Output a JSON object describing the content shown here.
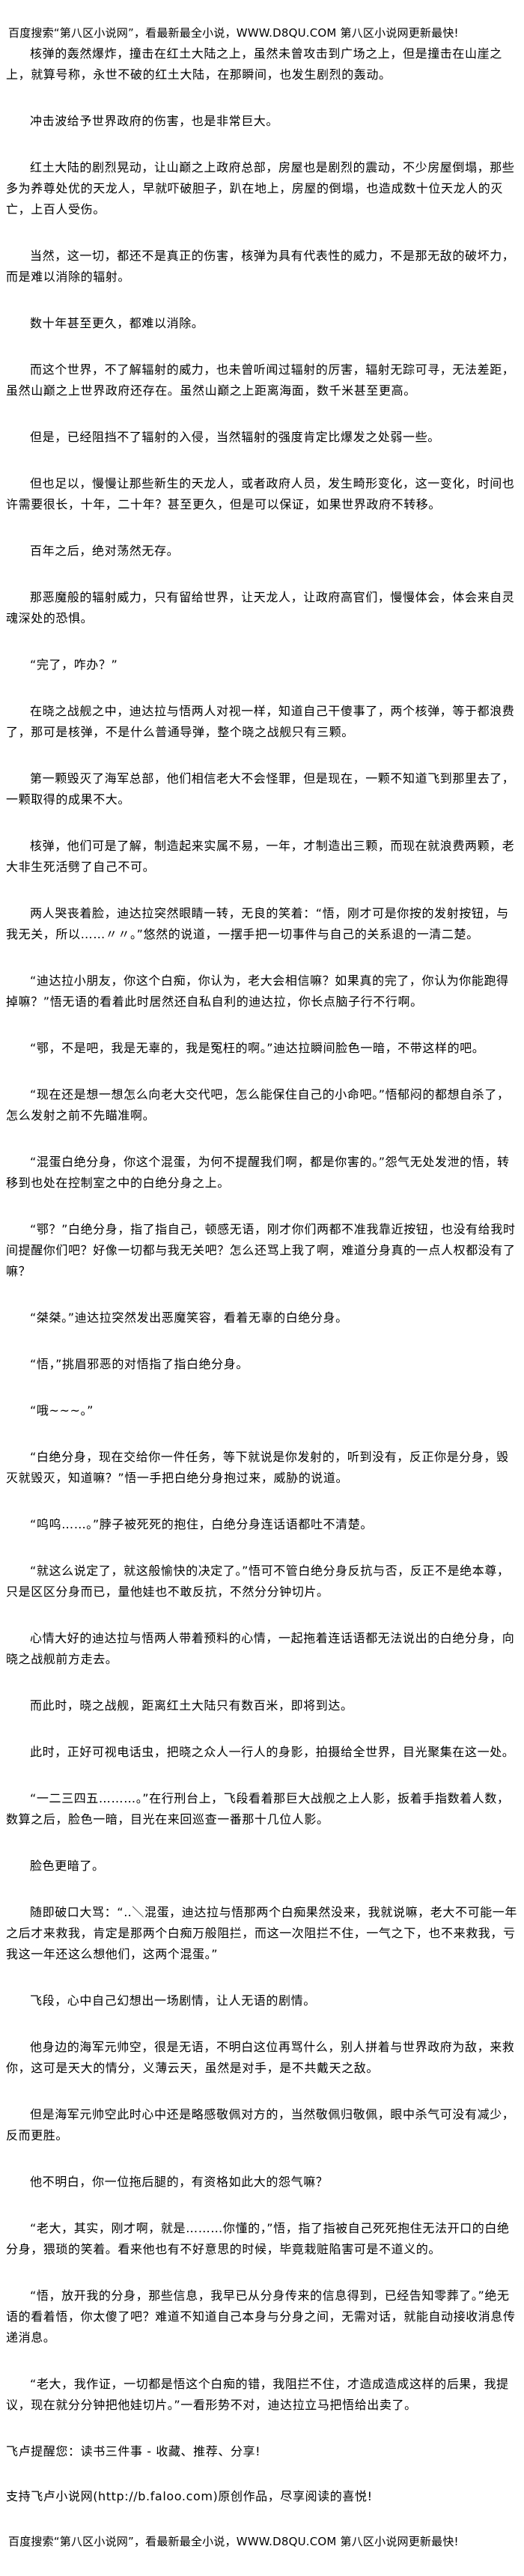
{
  "banner": "百度搜索“第八区小说网”，看最新最全小说，WWW.D8QU.COM  第八区小说网更新最快!",
  "paragraphs": [
    "核弹的轰然爆炸，撞击在红土大陆之上，虽然未曾攻击到广场之上，但是撞击在山崖之上，就算号称，永世不破的红土大陆，在那瞬间，也发生剧烈的轰动。",
    "冲击波给予世界政府的伤害，也是非常巨大。",
    "红土大陆的剧烈晃动，让山巅之上政府总部，房屋也是剧烈的震动，不少房屋倒塌，那些多为养尊处优的天龙人，早就吓破胆子，趴在地上，房屋的倒塌，也造成数十位天龙人的灭亡，上百人受伤。",
    "当然，这一切，都还不是真正的伤害，核弹为具有代表性的威力，不是那无敌的破坏力，而是难以消除的辐射。",
    "数十年甚至更久，都难以消除。",
    "而这个世界，不了解辐射的威力，也未曾听闻过辐射的厉害，辐射无踪可寻，无法差距，虽然山巅之上世界政府还存在。虽然山巅之上距离海面，数千米甚至更高。",
    "但是，已经阻挡不了辐射的入侵，当然辐射的强度肯定比爆发之处弱一些。",
    "但也足以，慢慢让那些新生的天龙人，或者政府人员，发生畸形变化，这一变化，时间也许需要很长，十年，二十年？甚至更久，但是可以保证，如果世界政府不转移。",
    "百年之后，绝对荡然无存。",
    "那恶魔般的辐射威力，只有留给世界，让天龙人，让政府高官们，慢慢体会，体会来自灵魂深处的恐惧。",
    "“完了，咋办？”",
    "在晓之战舰之中，迪达拉与悟两人对视一样，知道自己干傻事了，两个核弹，等于都浪费了，那可是核弹，不是什么普通导弹，整个晓之战舰只有三颗。",
    "第一颗毁灭了海军总部，他们相信老大不会怪罪，但是现在，一颗不知道飞到那里去了，一颗取得的成果不大。",
    "核弹，他们可是了解，制造起来实属不易，一年，才制造出三颗，而现在就浪费两颗，老大非生死活劈了自己不可。",
    "两人哭丧着脸，迪达拉突然眼睛一转，无良的笑着：“悟，刚才可是你按的发射按钮，与我无关，所以……〃〃。”悠然的说道，一摆手把一切事件与自己的关系退的一清二楚。",
    "“迪达拉小朋友，你这个白痴，你认为，老大会相信嘛？如果真的完了，你认为你能跑得掉嘛？”悟无语的看着此时居然还自私自利的迪达拉，你长点脑子行不行啊。",
    "“鄂，不是吧，我是无辜的，我是冤枉的啊。”迪达拉瞬间脸色一暗，不带这样的吧。",
    "“现在还是想一想怎么向老大交代吧，怎么能保住自己的小命吧。”悟郁闷的都想自杀了，怎么发射之前不先瞄准啊。",
    "“混蛋白绝分身，你这个混蛋，为何不提醒我们啊，都是你害的。”怨气无处发泄的悟，转移到也处在控制室之中的白绝分身之上。",
    "“鄂？”白绝分身，指了指自己，顿感无语，刚才你们两都不准我靠近按钮，也没有给我时间提醒你们吧？好像一切都与我无关吧？怎么还骂上我了啊，难道分身真的一点人权都没有了嘛？",
    "“桀桀。”迪达拉突然发出恶魔笑容，看着无辜的白绝分身。",
    "“悟，”挑眉邪恶的对悟指了指白绝分身。",
    "“哦~~~。”",
    "“白绝分身，现在交给你一件任务，等下就说是你发射的，听到没有，反正你是分身，毁灭就毁灭，知道嘛？”悟一手把白绝分身抱过来，威胁的说道。",
    "“呜呜……。”脖子被死死的抱住，白绝分身连话语都吐不清楚。",
    "“就这么说定了，就这般愉快的决定了。”悟可不管白绝分身反抗与否，反正不是绝本尊，只是区区分身而已，量他娃也不敢反抗，不然分分钟切片。",
    "心情大好的迪达拉与悟两人带着预料的心情，一起拖着连话语都无法说出的白绝分身，向晓之战舰前方走去。",
    "而此时，晓之战舰，距离红土大陆只有数百米，即将到达。",
    "此时，正好可视电话虫，把晓之众人一行人的身影，拍摄给全世界，目光聚集在这一处。",
    "“一二三四五………。”在行刑台上，飞段看着那巨大战舰之上人影，扳着手指数着人数，数算之后，脸色一暗，目光在来回巡查一番那十几位人影。",
    "脸色更暗了。",
    "随即破口大骂：“‥＼混蛋，迪达拉与悟那两个白痴果然没来，我就说嘛，老大不可能一年之后才来救我，肯定是那两个白痴万般阻拦，而这一次阻拦不住，一气之下，也不来救我，亏我这一年还这么想他们，这两个混蛋。”",
    "飞段，心中自己幻想出一场剧情，让人无语的剧情。",
    "他身边的海军元帅空，很是无语，不明白这位再骂什么，别人拼着与世界政府为敌，来救你，这可是天大的情分，义薄云天，虽然是对手，是不共戴天之敌。",
    "但是海军元帅空此时心中还是略感敬佩对方的，当然敬佩归敬佩，眼中杀气可没有减少，反而更胜。",
    "他不明白，你一位拖后腿的，有资格如此大的怨气嘛？",
    "“老大，其实，刚才啊，就是………你懂的，”悟，指了指被自己死死抱住无法开口的白绝分身，猥琐的笑着。看来他也有不好意思的时候，毕竟栽赃陷害可是不道义的。",
    "“悟，放开我的分身，那些信息，我早已从分身传来的信息得到，已经告知零葬了。”绝无语的看着悟，你太傻了吧？难道不知道自己本身与分身之间，无需对话，就能自动接收消息传递消息。",
    "“老大，我作证，一切都是悟这个白痴的错，我阻拦不住，才造成造成这样的后果，我提议，现在就分分钟把他娃切片。”一看形势不对，迪达拉立马把悟给出卖了。"
  ],
  "footer": {
    "reminder": "飞卢提醒您：读书三件事 - 收藏、推荐、分享!",
    "support": "支持飞卢小说网(http://b.faloo.com)原创作品，尽享阅读的喜悦!",
    "banner": "百度搜索“第八区小说网”，看最新最全小说，WWW.D8QU.COM  第八区小说网更新最快!"
  }
}
